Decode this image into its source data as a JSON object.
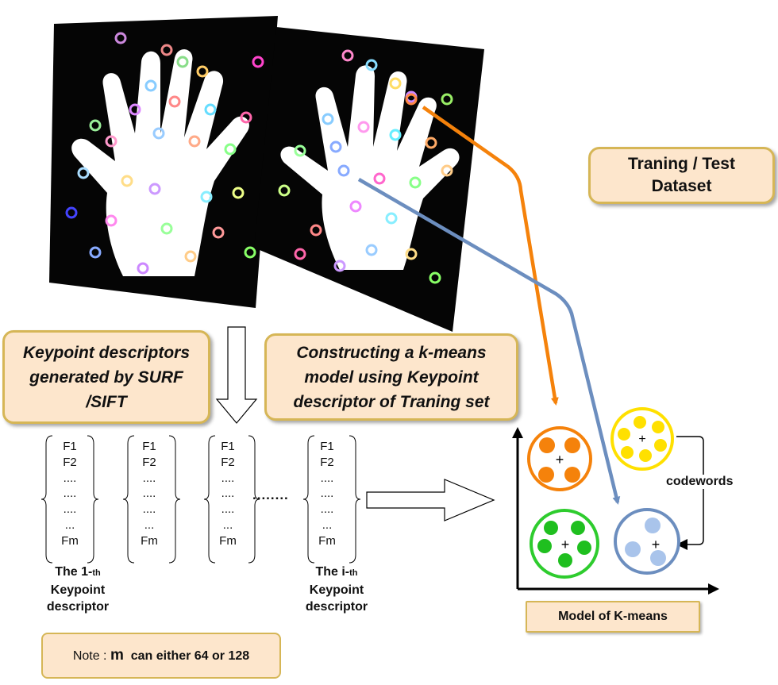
{
  "labels": {
    "dataset": "Traning / Test Dataset",
    "keypoint_box": "Keypoint descriptors generated by SURF /SIFT",
    "kmeans_box": "Constructing a k-means model  using Keypoint descriptor of Traning set",
    "model_label": "Model of K-means",
    "codewords": "codewords",
    "note_prefix": "Note : ",
    "note_m": "m",
    "note_suffix": "  can either 64 or 128",
    "dots": "........"
  },
  "descriptor_vector": [
    "F1",
    "F2",
    "....",
    "....",
    "....",
    "...",
    "Fm"
  ],
  "captions": {
    "first": {
      "prefix": "The 1-",
      "sub": "th",
      "rest": "Keypoint descriptor"
    },
    "ith": {
      "prefix": "The  i-",
      "sub": "th",
      "rest": "Keypoint descriptor"
    }
  },
  "colors": {
    "box_fill": "#fde6cc",
    "box_border": "#d6b656",
    "orange": "#f5820b",
    "blue": "#6c8ebf",
    "green": "#2ecc2e",
    "yellow": "#ffe000",
    "light_blue": "#a9c4eb"
  }
}
